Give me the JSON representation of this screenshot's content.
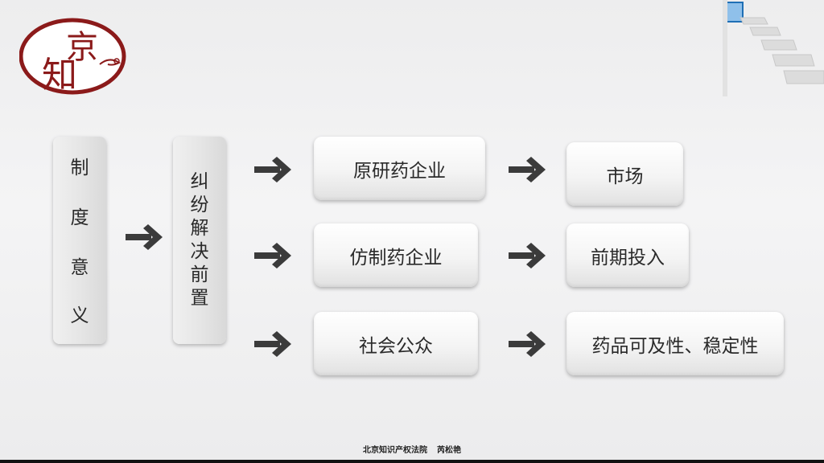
{
  "logo": {
    "chars": [
      "京",
      "知"
    ]
  },
  "left_column": {
    "label_chars": [
      "制",
      "度",
      "意",
      "义"
    ]
  },
  "middle_column": {
    "label_chars": [
      "纠",
      "纷",
      "解",
      "决",
      "前",
      "置"
    ]
  },
  "rows": [
    {
      "party": "原研药企业",
      "result": "市场"
    },
    {
      "party": "仿制药企业",
      "result": "前期投入"
    },
    {
      "party": "社会公众",
      "result": "药品可及性、稳定性"
    }
  ],
  "footer": {
    "org": "北京知识产权法院",
    "author": "芮松艳"
  },
  "colors": {
    "arrow": "#3b3b3b",
    "logo_red": "#8b1a1a"
  }
}
